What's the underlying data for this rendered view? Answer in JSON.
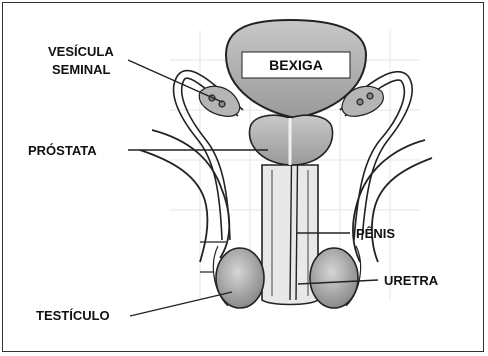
{
  "labels": {
    "bladder": "BEXIGA",
    "seminal_line1": "VESÍCULA",
    "seminal_line2": "SEMINAL",
    "prostate": "PRÓSTATA",
    "penis": "PÊNIS",
    "urethra": "URETRA",
    "testicle": "TESTÍCULO"
  }
}
